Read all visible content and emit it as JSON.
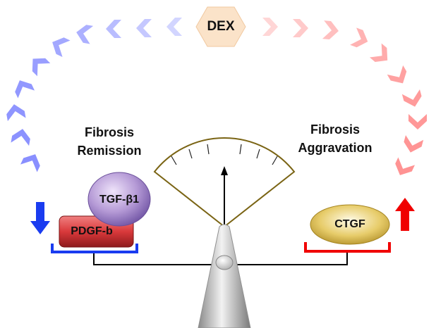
{
  "center_label": "DEX",
  "left": {
    "title_line1": "Fibrosis",
    "title_line2": "Remission",
    "molecule_top": "TGF-β1",
    "molecule_bottom": "PDGF-b",
    "arrow_direction": "down",
    "color": "#1a3cf0"
  },
  "right": {
    "title_line1": "Fibrosis",
    "title_line2": "Aggravation",
    "molecule": "CTGF",
    "arrow_direction": "up",
    "color": "#f00000"
  },
  "colors": {
    "blue_chevron": "#7f86ff",
    "red_chevron": "#ff8a8a",
    "hexagon_fill": "#fbe3c9",
    "tgf_fill": "#b59ad6",
    "pdgf_fill": "#d9393b",
    "ctgf_fill": "#ddc05a",
    "gauge_outline": "#7a6414"
  }
}
